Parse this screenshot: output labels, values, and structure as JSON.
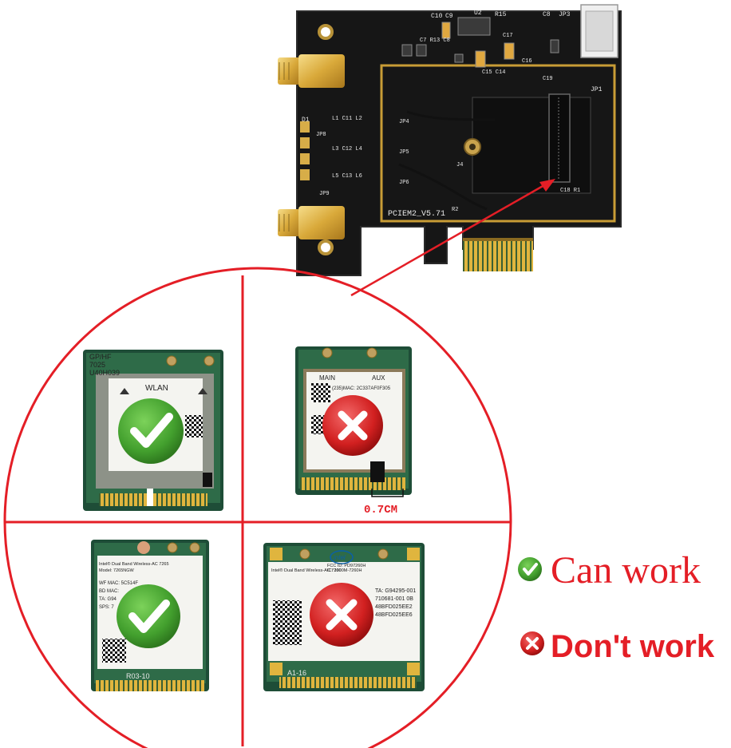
{
  "board": {
    "label": "PCIEM2_V5.71",
    "silkscreen": [
      "C10",
      "C9",
      "U2",
      "R15",
      "C8",
      "JP3",
      "C7",
      "R13",
      "C8",
      "C17",
      "C16",
      "C15",
      "C14",
      "C19",
      "JP1",
      "D1",
      "L1",
      "C11",
      "L2",
      "JP4",
      "L3",
      "C12",
      "L4",
      "JP8",
      "JP5",
      "J4",
      "L5",
      "C13",
      "L6",
      "JP6",
      "JP9",
      "R2",
      "C18",
      "R1"
    ]
  },
  "cards": {
    "top_left": {
      "lines": [
        "GP/HF",
        "7025",
        "U40H039"
      ],
      "wlan": "WLAN",
      "status": "can"
    },
    "top_right": {
      "lines": [
        "MAIN",
        "AUX",
        "(235)MAC: 2C337AF0F305"
      ],
      "status": "cannot",
      "measure": "0.7CM"
    },
    "bottom_left": {
      "lines": [
        "Intel® Dual Band Wireless-AC 7265",
        "Model: 7265NGW",
        "WF MAC: 5C514F",
        "BD MAC:",
        "TA: G94",
        "SPS: 7"
      ],
      "bottom": "R03-10",
      "status": "can"
    },
    "bottom_right": {
      "lines": [
        "Intel® Dual Band Wireless-AC 7260",
        "FCC ID: PD97260H",
        "IC: 1000M-7260H",
        "TA: G94295-001",
        "710681-001 0B",
        "48BFD025EE2",
        "48BFD025EE6"
      ],
      "bottom": "A1-16",
      "logo": "intel",
      "status": "cannot"
    }
  },
  "legend": {
    "can": "Can work",
    "cannot": "Don't work"
  },
  "colors": {
    "red": "#e41e26",
    "green": "#4ca93a",
    "pcb": "#1a1a1a",
    "gold": "#d9b24a"
  }
}
